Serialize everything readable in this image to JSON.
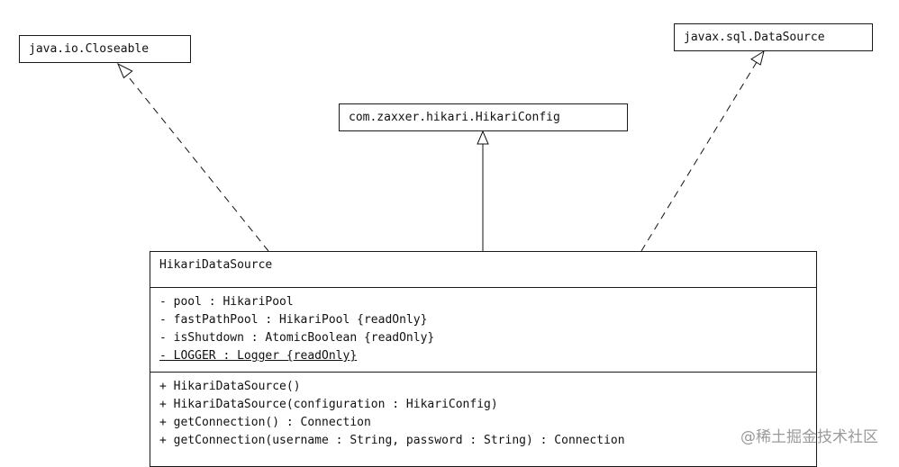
{
  "interfaces": {
    "closeable": "java.io.Closeable",
    "datasource": "javax.sql.DataSource"
  },
  "superclass": "com.zaxxer.hikari.HikariConfig",
  "class": {
    "name": "HikariDataSource",
    "fields": [
      "- pool : HikariPool",
      "- fastPathPool : HikariPool {readOnly}",
      "- isShutdown : AtomicBoolean {readOnly}",
      "- LOGGER : Logger {readOnly}"
    ],
    "methods": [
      "+ HikariDataSource()",
      "+ HikariDataSource(configuration : HikariConfig)",
      "+ getConnection() : Connection",
      "+ getConnection(username : String, password : String) : Connection"
    ]
  },
  "watermark": "@稀土掘金技术社区"
}
